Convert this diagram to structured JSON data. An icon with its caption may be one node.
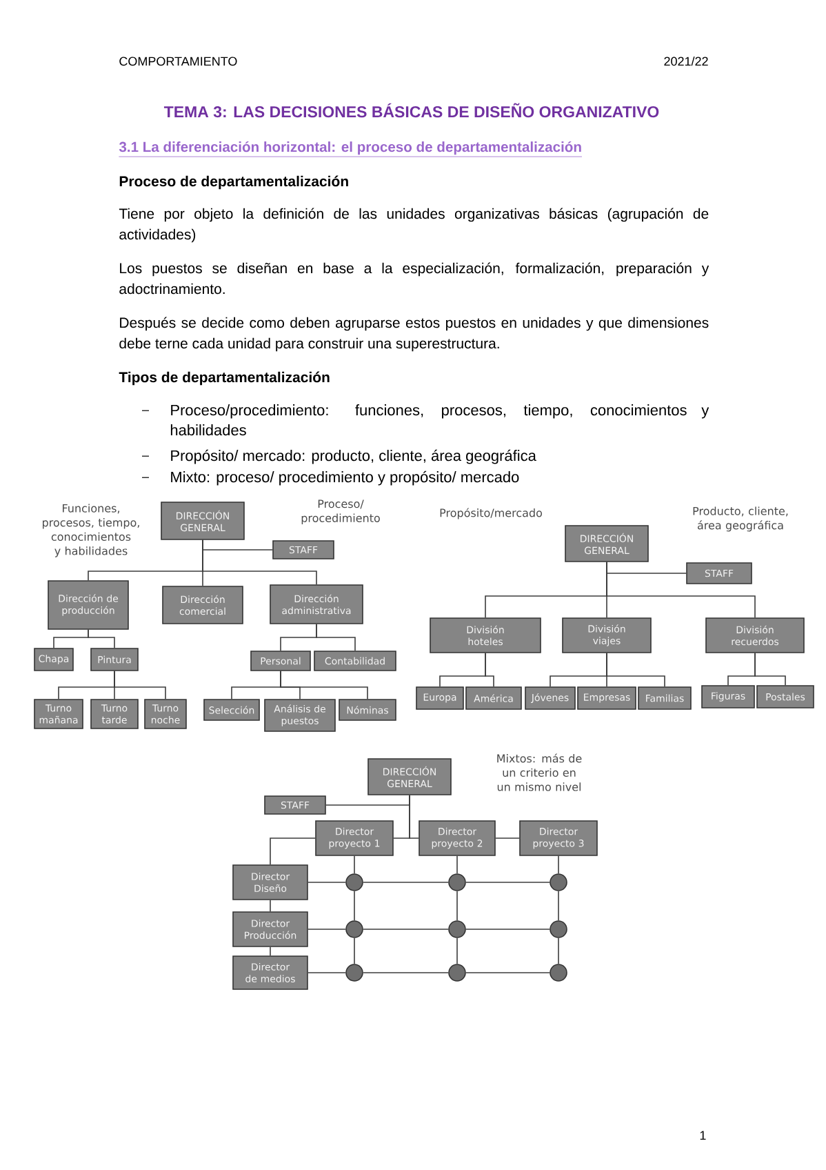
{
  "diagram": {
    "title": "TEMA 3: LAS DECISIONES BÁSICAS DE DISEÑO ORGANIZATIVO",
    "nodes": [
      {
        "text": [
          "DIRECCIÓN GENERAL"
        ]
      },
      {
        "text": [
          "STAFF"
        ]
      },
      {
        "text": [
          "Dirección de producción"
        ]
      },
      {
        "text": [
          "Dirección comercial"
        ]
      },
      {
        "text": [
          "Dirección administrativa"
        ]
      },
      {
        "text": [
          "Chapa"
        ]
      },
      {
        "text": [
          "Pintura"
        ]
      },
      {
        "text": [
          "Turno mañana"
        ]
      },
      {
        "text": [
          "Turno tarde"
        ]
      },
      {
        "text": [
          "Turno noche"
        ]
      },
      {
        "text": [
          "Personal"
        ]
      },
      {
        "text": [
          "Contabilidad"
        ]
      },
      {
        "text": [
          "Selección"
        ]
      },
      {
        "text": [
          "Análisis de puestos"
        ]
      },
      {
        "text": [
          "Nóminas"
        ]
      },
      {
        "text": [
          "DIRECCIÓN GENERAL"
        ]
      },
      {
        "text": [
          "STAFF"
        ]
      },
      {
        "text": [
          "División hoteles"
        ]
      },
      {
        "text": [
          "División viajes"
        ]
      },
      {
        "text": [
          "División recuerdos"
        ]
      },
      {
        "text": [
          "Europa"
        ]
      },
      {
        "text": [
          "América"
        ]
      },
      {
        "text": [
          "Jóvenes"
        ]
      },
      {
        "text": [
          "Empresas"
        ]
      },
      {
        "text": [
          "Familias"
        ]
      },
      {
        "text": [
          "Figuras"
        ]
      },
      {
        "text": [
          "Postales"
        ]
      },
      {
        "text": [
          "DIRECCIÓN GENERAL"
        ]
      },
      {
        "text": [
          "STAFF"
        ]
      },
      {
        "text": [
          "Director proyecto 1"
        ]
      },
      {
        "text": [
          "Director proyecto 2"
        ]
      },
      {
        "text": [
          "Director proyecto 3"
        ]
      },
      {
        "text": [
          "Director Diseño"
        ]
      },
      {
        "text": [
          "Director Producción"
        ]
      },
      {
        "text": [
          "Director de medios"
        ]
      },
      {
        "text": [],
        "shape": "circle"
      },
      {
        "text": [],
        "shape": "circle"
      },
      {
        "text": [],
        "shape": "circle"
      },
      {
        "text": [],
        "shape": "circle"
      },
      {
        "text": [],
        "shape": "circle"
      },
      {
        "text": [],
        "shape": "circle"
      },
      {
        "text": [],
        "shape": "circle"
      },
      {
        "text": [],
        "shape": "circle"
      },
      {
        "text": [],
        "shape": "circle"
      }
    ],
    "edges": [
      {
        "from": 0,
        "to": 1,
        "arrow": "none"
      },
      {
        "from": 0,
        "to": 2,
        "arrow": "none"
      },
      {
        "from": 0,
        "to": 3,
        "arrow": "none"
      },
      {
        "from": 0,
        "to": 4,
        "arrow": "none"
      },
      {
        "from": 2,
        "to": 5,
        "arrow": "none"
      },
      {
        "from": 2,
        "to": 6,
        "arrow": "none"
      },
      {
        "from": 6,
        "to": 7,
        "arrow": "none"
      },
      {
        "from": 6,
        "to": 8,
        "arrow": "none"
      },
      {
        "from": 6,
        "to": 9,
        "arrow": "none"
      },
      {
        "from": 4,
        "to": 10,
        "arrow": "none"
      },
      {
        "from": 4,
        "to": 11,
        "arrow": "none"
      },
      {
        "from": 10,
        "to": 12,
        "arrow": "none"
      },
      {
        "from": 10,
        "to": 13,
        "arrow": "none"
      },
      {
        "from": 10,
        "to": 14,
        "arrow": "none"
      },
      {
        "from": 15,
        "to": 16,
        "arrow": "none"
      },
      {
        "from": 15,
        "to": 17,
        "arrow": "none"
      },
      {
        "from": 15,
        "to": 18,
        "arrow": "none"
      },
      {
        "from": 15,
        "to": 19,
        "arrow": "none"
      },
      {
        "from": 17,
        "to": 20,
        "arrow": "none"
      },
      {
        "from": 17,
        "to": 21,
        "arrow": "none"
      },
      {
        "from": 18,
        "to": 22,
        "arrow": "none"
      },
      {
        "from": 18,
        "to": 23,
        "arrow": "none"
      },
      {
        "from": 18,
        "to": 24,
        "arrow": "none"
      },
      {
        "from": 19,
        "to": 25,
        "arrow": "none"
      },
      {
        "from": 19,
        "to": 26,
        "arrow": "none"
      },
      {
        "from": 27,
        "to": 28,
        "arrow": "none"
      },
      {
        "from": 27,
        "to": 29,
        "arrow": "none"
      },
      {
        "from": 27,
        "to": 30,
        "arrow": "none"
      },
      {
        "from": 30,
        "to": 31,
        "arrow": "none"
      },
      {
        "from": 29,
        "to": 32,
        "arrow": "none"
      },
      {
        "from": 32,
        "to": 33,
        "arrow": "none"
      },
      {
        "from": 33,
        "to": 34,
        "arrow": "none"
      },
      {
        "from": 29,
        "to": 35,
        "arrow": "none"
      },
      {
        "from": 35,
        "to": 38,
        "arrow": "none"
      },
      {
        "from": 38,
        "to": 41,
        "arrow": "none"
      },
      {
        "from": 30,
        "to": 36,
        "arrow": "none"
      },
      {
        "from": 36,
        "to": 39,
        "arrow": "none"
      },
      {
        "from": 39,
        "to": 42,
        "arrow": "none"
      },
      {
        "from": 31,
        "to": 37,
        "arrow": "none"
      },
      {
        "from": 37,
        "to": 40,
        "arrow": "none"
      },
      {
        "from": 40,
        "to": 43,
        "arrow": "none"
      },
      {
        "from": 32,
        "to": 35,
        "arrow": "none"
      },
      {
        "from": 35,
        "to": 36,
        "arrow": "none"
      },
      {
        "from": 36,
        "to": 37,
        "arrow": "none"
      },
      {
        "from": 33,
        "to": 38,
        "arrow": "none"
      },
      {
        "from": 38,
        "to": 39,
        "arrow": "none"
      },
      {
        "from": 39,
        "to": 40,
        "arrow": "none"
      },
      {
        "from": 34,
        "to": 41,
        "arrow": "none"
      },
      {
        "from": 41,
        "to": 42,
        "arrow": "none"
      },
      {
        "from": 42,
        "to": 43,
        "arrow": "none"
      }
    ],
    "labels": [
      "COMPORTAMIENTO",
      "2021/22",
      "3.1 La diferenciación horizontal: el proceso de departamentalización",
      "Proceso de departamentalización",
      "Tiene por objeto la definición de las unidades organizativas básicas (agrupación de actividades)",
      "Los puestos se diseñan en base a la especialización, formalización, preparación y adoctrinamiento.",
      "Después se decide como deben agruparse estos puestos en unidades y que dimensiones debe terne cada unidad para construir una superestructura.",
      "Tipos de departamentalización",
      "Proceso/procedimiento: funciones, procesos, tiempo, conocimientos y habilidades",
      "Propósito/ mercado: producto, cliente, área geográfica",
      "Mixto: proceso/ procedimiento y propósito/ mercado",
      "Funciones, procesos, tiempo, conocimientos y habilidades",
      "Proceso/ procedimiento",
      "Propósito/mercado",
      "Producto, cliente, área geográfica",
      "Mixtos: más de un criterio en un mismo nivel",
      "1"
    ]
  }
}
